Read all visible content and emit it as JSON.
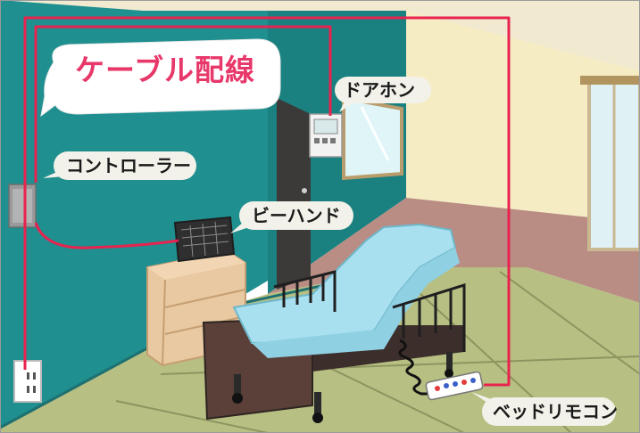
{
  "title": "ケーブル配線",
  "labels": {
    "doorphone": "ドアホン",
    "controller": "コントローラー",
    "behand": "ビーハンド",
    "bed_remote": "ベッドリモコン"
  },
  "colors": {
    "cable": "#e8234f",
    "wall_left": "#1f8f8f",
    "wall_right": "#f6ecc4",
    "floor": "#b7bf83",
    "mattress": "#a8e0f0",
    "title_text": "#e8386a"
  }
}
